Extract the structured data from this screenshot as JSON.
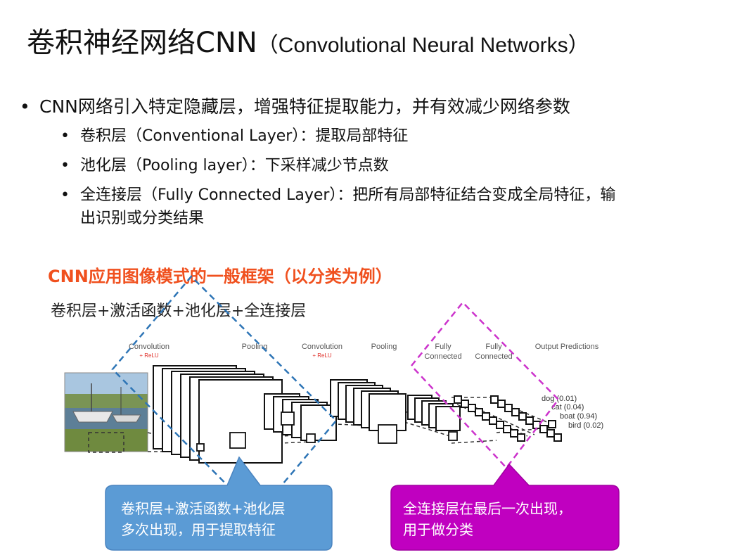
{
  "title": {
    "main": "卷积神经网络CNN",
    "sub": "（Convolutional Neural Networks）"
  },
  "bullet_main": "CNN网络引入特定隐藏层，增强特征提取能力，并有效减少网络参数",
  "sub_bullets": [
    {
      "line1": "卷积层（Conventional Layer）：提取局部特征"
    },
    {
      "line1": "池化层（Pooling layer）：下采样减少节点数"
    },
    {
      "line1": "全连接层（Fully Connected Layer）：把所有局部特征结合变成全局特征，输",
      "line2": "出识别或分类结果"
    }
  ],
  "framework_title": "CNN应用图像模式的一般框架（以分类为例）",
  "formula": "卷积层+激活函数+池化层+全连接层",
  "diagram_labels": {
    "conv1": "Convolution",
    "conv1_relu": "+ ReLU",
    "pool1": "Pooling",
    "conv2": "Convolution",
    "conv2_relu": "+ ReLU",
    "pool2": "Pooling",
    "fc1_a": "Fully",
    "fc1_b": "Connected",
    "fc2_a": "Fully",
    "fc2_b": "Connected",
    "output": "Output Predictions"
  },
  "predictions": [
    {
      "label": "dog (0.01)"
    },
    {
      "label": "cat (0.04)"
    },
    {
      "label": "boat (0.94)"
    },
    {
      "label": "bird (0.02)"
    }
  ],
  "callout_left": {
    "line1": "卷积层+激活函数+池化层",
    "line2": "多次出现，用于提取特征"
  },
  "callout_right": {
    "line1": "全连接层在最后一次出现，",
    "line2": "用于做分类"
  },
  "colors": {
    "accent_red": "#f0501e",
    "blue_box": "#5b9bd5",
    "blue_dash": "#2e75b6",
    "magenta_box": "#c000c0",
    "magenta_dash": "#cc33cc",
    "relu_red": "#e0302a"
  }
}
